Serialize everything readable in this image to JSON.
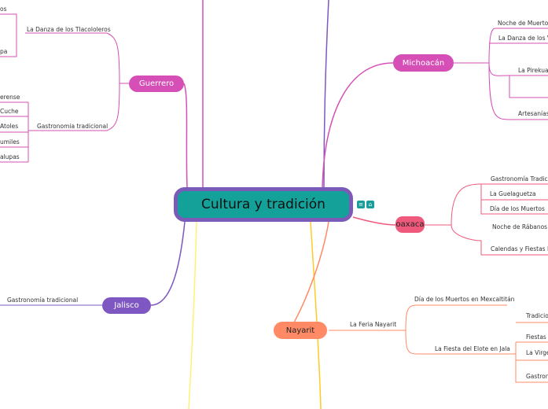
{
  "central": {
    "title": "Cultura y tradición"
  },
  "icons": {
    "notes": "≡",
    "attach": "⌂"
  },
  "branches": {
    "guerrero": {
      "label": "Guerrero",
      "color": "#d54fb6",
      "children": {
        "danza": "La Danza de los Tlacololeros",
        "gastro": "Gastronomia tradicional",
        "cut_top": "os",
        "cut_pa": "pa",
        "cut_erense": "erense",
        "cut_cuche": "Cuche",
        "cut_atoles": "Atoles",
        "cut_umiles": "umiles",
        "cut_alupas": "alupas"
      }
    },
    "michoacan": {
      "label": "Michoacán",
      "color": "#d54fb6",
      "children": {
        "noche": "Noche de Muertos",
        "danza": "La Danza de los Vi",
        "pirekua": "La Pirekua",
        "artesanias": "Artesanías"
      }
    },
    "oaxaca": {
      "label": "oaxaca",
      "color": "#ef5a7c",
      "children": {
        "gastro": "Gastronomía Tradicio",
        "guelaguetza": "La Guelaguetza",
        "dia": "Día de los Muertos",
        "noche": "Noche de Rábanos",
        "calendas": "Calendas y Fiestas Pa"
      }
    },
    "jalisco": {
      "label": "Jalisco",
      "color": "#7e57c2",
      "children": {
        "gastro": "Gastronomía tradicional"
      }
    },
    "nayarit": {
      "label": "Nayarit",
      "color": "#ff8a65",
      "children": {
        "dia": "Día de los Muertos en Mexcaltitán",
        "feria": "La Feria Nayarit",
        "fiesta": "La Fiesta del Elote en Jala",
        "tradicio": "Tradicio",
        "fiestas": "Fiestas F",
        "virge": "La Virge",
        "gastron": "Gastron"
      }
    }
  }
}
